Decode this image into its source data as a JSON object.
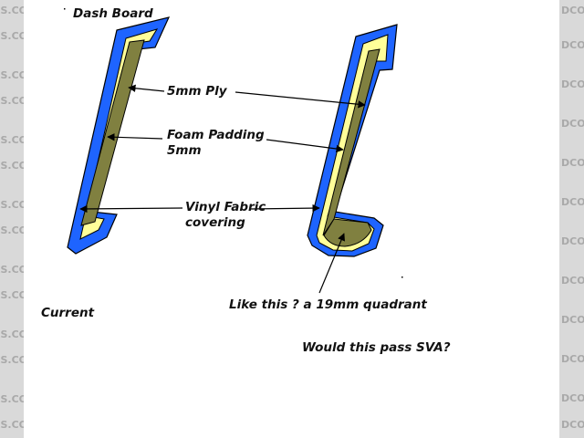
{
  "watermark": {
    "left_text": "ODERS.CO",
    "right_text": "DCOST"
  },
  "labels": {
    "dash_board": "Dash Board",
    "ply": "5mm Ply",
    "foam_line1": "Foam Padding",
    "foam_line2": "5mm",
    "vinyl_line1": "Vinyl Fabric",
    "vinyl_line2": "covering",
    "quadrant": "Like this ? a 19mm quadrant",
    "current": "Current",
    "question": "Would this pass SVA?"
  },
  "colors": {
    "vinyl": "#1e64ff",
    "foam": "#ffff99",
    "ply": "#808040",
    "outline": "#000000",
    "watermark": "#a9a9a9",
    "sidebar": "#d9d9d9"
  }
}
